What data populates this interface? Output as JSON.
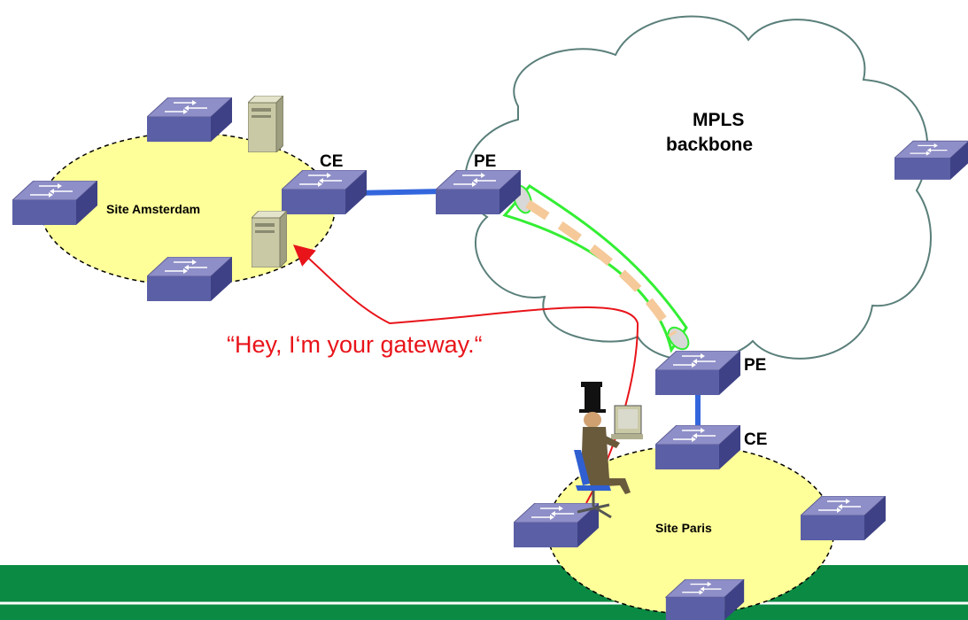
{
  "cloud": {
    "title_line1": "MPLS",
    "title_line2": "backbone"
  },
  "sites": {
    "amsterdam": "Site Amsterdam",
    "paris": "Site Paris"
  },
  "nodes": {
    "ce_amsterdam": "CE",
    "pe_amsterdam": "PE",
    "pe_paris": "PE",
    "ce_paris": "CE"
  },
  "attacker_quote": "“Hey, I‘m your gateway.“",
  "colors": {
    "site_fill": "#ffff99",
    "link_blue": "#3366dd",
    "tunnel_green": "#33ee33",
    "tunnel_dash": "#f5c99a",
    "arrow_red": "#e8141a",
    "footer_green": "#0b8a43"
  },
  "icons": [
    "switch-icon",
    "server-icon",
    "attacker-figure"
  ]
}
